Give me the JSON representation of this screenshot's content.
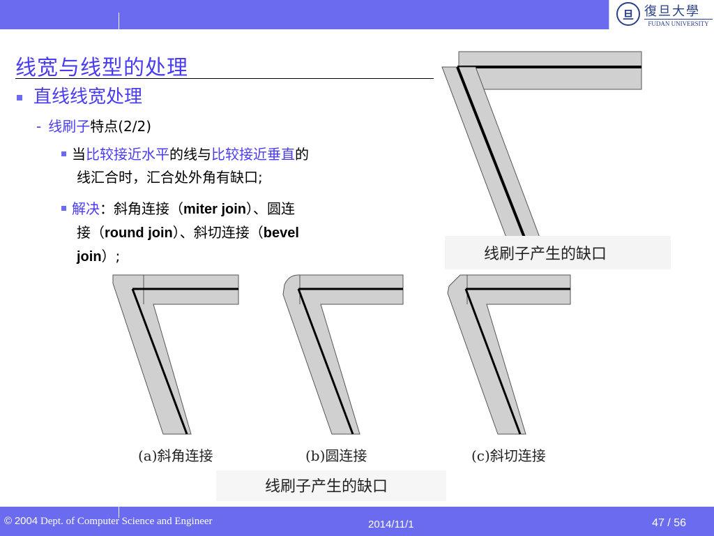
{
  "header": {
    "logo_seal": "旦",
    "logo_cn": "復旦大學",
    "logo_en": "FUDAN UNIVERSITY"
  },
  "slide": {
    "title": "线宽与线型的处理",
    "level1": "直线线宽处理",
    "level2": {
      "dash": "-",
      "blue": "线刷子",
      "rest": "特点(2/2)"
    },
    "bullet1": {
      "p1": "当",
      "p2": "比较接近水平",
      "p3": "的线与",
      "p4": "比较接近垂直",
      "p5": "的",
      "line2": "线汇合时，汇合处外角有缺口;"
    },
    "bullet2": {
      "p1": "解决",
      "p2": "：斜角连接（",
      "p3": "miter join",
      "p4": "）、圆连",
      "line2a": "接（",
      "line2b": "round join",
      "line2c": "）、斜切连接（",
      "line2d": "bevel",
      "line3a": "join",
      "line3b": "）;"
    }
  },
  "figures": {
    "top_caption": "线刷子产生的缺口",
    "miter_caption": "(a)斜角连接",
    "round_caption": "(b)圆连接",
    "bevel_caption": "(c)斜切连接",
    "bottom_caption": "线刷子产生的缺口"
  },
  "footer": {
    "copyright_symbol": "©",
    "year": "2004",
    "dept": "Dept. of Computer Science and Engineer",
    "date": "2014/11/1",
    "page": "47 / 56"
  },
  "colors": {
    "bar": "#6b6bef",
    "accent_text": "#4a3cf0",
    "stroke_fill": "#d0d0d0"
  }
}
